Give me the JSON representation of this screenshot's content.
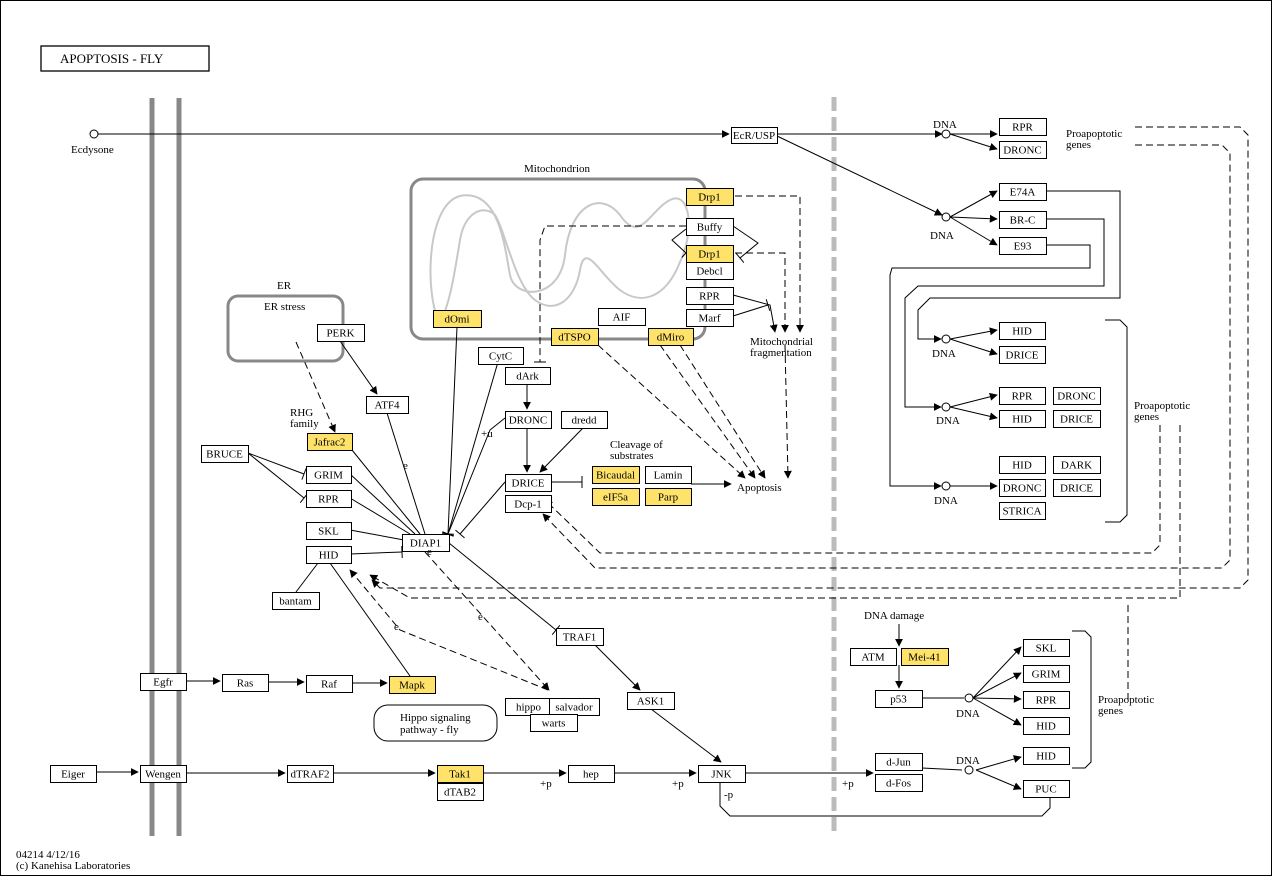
{
  "title": "APOPTOSIS  -  FLY",
  "footer": [
    "04214 4/12/16",
    "(c) Kanehisa Laboratories"
  ],
  "colors": {
    "highlight": "#ffe26a",
    "membrane": "#888888",
    "mito": "#c8c8c8"
  },
  "labels": {
    "ecdysone": "Ecdysone",
    "mitochondrion": "Mitochondrion",
    "er": "ER",
    "er_stress": "ER stress",
    "rhg_family": [
      "RHG",
      "family"
    ],
    "mito_frag": [
      "Mitochondrial",
      "fragmentation"
    ],
    "cleavage": [
      "Cleavage of",
      "substrates"
    ],
    "apoptosis": "Apoptosis",
    "proapoptotic_1": [
      "Proapoptotic",
      "genes"
    ],
    "proapoptotic_2": [
      "Proapoptotic",
      "genes"
    ],
    "proapoptotic_3": [
      "Proapoptotic",
      "genes"
    ],
    "dna_damage": "DNA damage",
    "hippo_pathway": [
      "Hippo signaling",
      "pathway - fly"
    ],
    "dna": "DNA",
    "plus_u": "+u",
    "plus_p": "+p",
    "minus_p": "-p",
    "e_mark": "e"
  },
  "genes": [
    {
      "id": "EcR/USP",
      "hl": false
    },
    {
      "id": "RPR",
      "hl": false
    },
    {
      "id": "DRONC",
      "hl": false
    },
    {
      "id": "E74A",
      "hl": false
    },
    {
      "id": "BR-C",
      "hl": false
    },
    {
      "id": "E93",
      "hl": false
    },
    {
      "id": "Drp1",
      "hl": true
    },
    {
      "id": "Buffy",
      "hl": false
    },
    {
      "id": "Drp1",
      "hl": true
    },
    {
      "id": "Debcl",
      "hl": false
    },
    {
      "id": "RPR",
      "hl": false
    },
    {
      "id": "Marf",
      "hl": false
    },
    {
      "id": "dOmi",
      "hl": true
    },
    {
      "id": "AIF",
      "hl": false
    },
    {
      "id": "dTSPO",
      "hl": true
    },
    {
      "id": "dMiro",
      "hl": true
    },
    {
      "id": "CytC",
      "hl": false
    },
    {
      "id": "dArk",
      "hl": false
    },
    {
      "id": "PERK",
      "hl": false
    },
    {
      "id": "ATF4",
      "hl": false
    },
    {
      "id": "Jafrac2",
      "hl": true
    },
    {
      "id": "BRUCE",
      "hl": false
    },
    {
      "id": "GRIM",
      "hl": false
    },
    {
      "id": "RPR",
      "hl": false
    },
    {
      "id": "SKL",
      "hl": false
    },
    {
      "id": "HID",
      "hl": false
    },
    {
      "id": "bantam",
      "hl": false
    },
    {
      "id": "DIAP1",
      "hl": false
    },
    {
      "id": "DRONC",
      "hl": false
    },
    {
      "id": "dredd",
      "hl": false
    },
    {
      "id": "DRICE",
      "hl": false
    },
    {
      "id": "Dcp-1",
      "hl": false
    },
    {
      "id": "Bicaudal",
      "hl": true
    },
    {
      "id": "Lamin",
      "hl": false
    },
    {
      "id": "eIF5a",
      "hl": true
    },
    {
      "id": "Parp",
      "hl": true
    },
    {
      "id": "HID",
      "hl": false
    },
    {
      "id": "DRICE",
      "hl": false
    },
    {
      "id": "RPR",
      "hl": false
    },
    {
      "id": "DRONC",
      "hl": false
    },
    {
      "id": "HID",
      "hl": false
    },
    {
      "id": "DRICE",
      "hl": false
    },
    {
      "id": "HID",
      "hl": false
    },
    {
      "id": "DARK",
      "hl": false
    },
    {
      "id": "DRONC",
      "hl": false
    },
    {
      "id": "DRICE",
      "hl": false
    },
    {
      "id": "STRICA",
      "hl": false
    },
    {
      "id": "TRAF1",
      "hl": false
    },
    {
      "id": "ASK1",
      "hl": false
    },
    {
      "id": "Egfr",
      "hl": false
    },
    {
      "id": "Ras",
      "hl": false
    },
    {
      "id": "Raf",
      "hl": false
    },
    {
      "id": "Mapk",
      "hl": true
    },
    {
      "id": "hippo",
      "hl": false
    },
    {
      "id": "salvador",
      "hl": false
    },
    {
      "id": "warts",
      "hl": false
    },
    {
      "id": "ATM",
      "hl": false
    },
    {
      "id": "Mei-41",
      "hl": true
    },
    {
      "id": "p53",
      "hl": false
    },
    {
      "id": "SKL",
      "hl": false
    },
    {
      "id": "GRIM",
      "hl": false
    },
    {
      "id": "RPR",
      "hl": false
    },
    {
      "id": "HID",
      "hl": false
    },
    {
      "id": "HID",
      "hl": false
    },
    {
      "id": "PUC",
      "hl": false
    },
    {
      "id": "Eiger",
      "hl": false
    },
    {
      "id": "Wengen",
      "hl": false
    },
    {
      "id": "dTRAF2",
      "hl": false
    },
    {
      "id": "Tak1",
      "hl": true
    },
    {
      "id": "dTAB2",
      "hl": false
    },
    {
      "id": "hep",
      "hl": false
    },
    {
      "id": "JNK",
      "hl": false
    },
    {
      "id": "d-Jun",
      "hl": false
    },
    {
      "id": "d-Fos",
      "hl": false
    }
  ]
}
